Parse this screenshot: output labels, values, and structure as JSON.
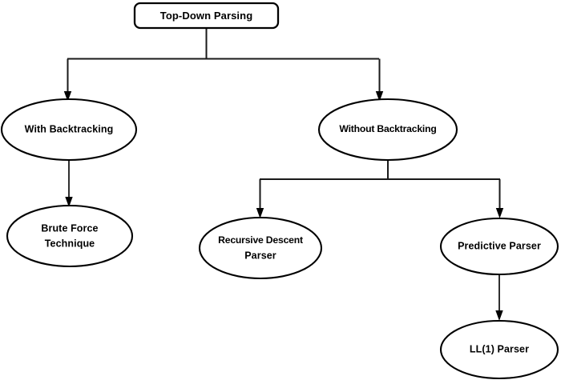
{
  "diagram": {
    "title": "Top-Down Parsing",
    "type": "tree-hierarchy",
    "background_color": "#ffffff",
    "line_color": "#000000",
    "text_color": "#000000",
    "nodes": [
      {
        "id": "root",
        "label": "Top-Down Parsing",
        "shape": "rounded-rectangle",
        "lines": [
          "Top-Down Parsing"
        ]
      },
      {
        "id": "with-backtracking",
        "label": "With Backtracking",
        "shape": "ellipse",
        "lines": [
          "With Backtracking"
        ]
      },
      {
        "id": "without-backtracking",
        "label": "Without Backtracking",
        "shape": "ellipse",
        "lines": [
          "Without Backtracking"
        ]
      },
      {
        "id": "brute-force-technique",
        "label": "Brute Force Technique",
        "shape": "ellipse",
        "lines": [
          "Brute Force",
          "Technique"
        ]
      },
      {
        "id": "recursive-descent-parser",
        "label": "Recursive Descent Parser",
        "shape": "ellipse",
        "lines": [
          "Recursive Descent",
          "Parser"
        ]
      },
      {
        "id": "predictive-parser",
        "label": "Predictive Parser",
        "shape": "ellipse",
        "lines": [
          "Predictive Parser"
        ]
      },
      {
        "id": "ll1-parser",
        "label": "LL(1) Parser",
        "shape": "ellipse",
        "lines": [
          "LL(1) Parser"
        ]
      }
    ],
    "edges": [
      {
        "from": "root",
        "to": "with-backtracking",
        "style": "elbow-arrow"
      },
      {
        "from": "root",
        "to": "without-backtracking",
        "style": "elbow-arrow"
      },
      {
        "from": "with-backtracking",
        "to": "brute-force-technique",
        "style": "straight-arrow"
      },
      {
        "from": "without-backtracking",
        "to": "recursive-descent-parser",
        "style": "elbow-arrow"
      },
      {
        "from": "without-backtracking",
        "to": "predictive-parser",
        "style": "elbow-arrow"
      },
      {
        "from": "predictive-parser",
        "to": "ll1-parser",
        "style": "straight-arrow"
      }
    ]
  }
}
